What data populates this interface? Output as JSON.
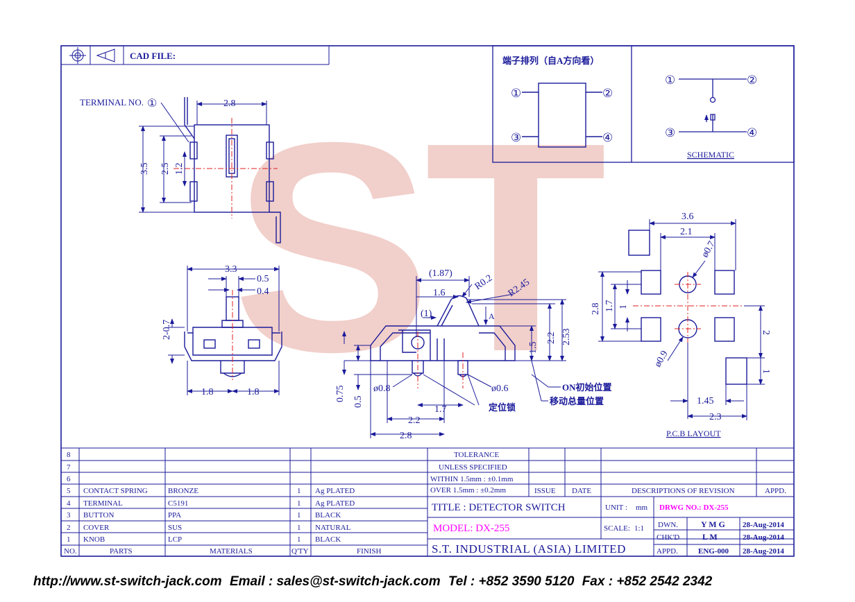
{
  "header": {
    "cad_file_label": "CAD FILE:"
  },
  "watermark": {
    "text": "ST",
    "color": "#e7a8a0"
  },
  "colors": {
    "line": "#1a1a9a",
    "accent": "#ff00ff",
    "center": "#e02020"
  },
  "side_view": {
    "terminal_label": "TERMINAL NO.",
    "terminal_num": "①",
    "dims": {
      "width": "2.8",
      "height": "3.5",
      "inner": "2.5",
      "pitch": "1.2"
    }
  },
  "front_view": {
    "dims": {
      "width": "3.3",
      "a": "0.5",
      "b": "0.4",
      "height": "2-0.7",
      "left": "1.8",
      "right": "1.8"
    }
  },
  "section_view": {
    "dims": {
      "ref": "(1.87)",
      "pos": "1.6",
      "r1": "R0.2",
      "r2": "R2.45",
      "one": "(1)",
      "arrow": "A",
      "h1": "2.2",
      "h2": "2.53",
      "h3": "1.5",
      "d1": "0.75",
      "d2": "0.5",
      "dia1": "ø0.8",
      "dia2": "ø0.6",
      "w1": "1.7",
      "w2": "2.2",
      "w3": "2.8"
    },
    "notes": {
      "on_pos": "ON初始位置",
      "travel": "移动总量位置",
      "lock": "定位锁"
    }
  },
  "pin_layout": {
    "title": "端子排列（自A方向看）",
    "pins": [
      "①",
      "②",
      "③",
      "④"
    ]
  },
  "schematic": {
    "label": "SCHEMATIC",
    "pins": [
      "①",
      "②",
      "③",
      "④"
    ]
  },
  "pcb_layout": {
    "label": "P.C.B LAYOUT",
    "dims": {
      "w1": "3.6",
      "w2": "2.1",
      "dia1": "ø0.7",
      "h1": "2.8",
      "h2": "1.7",
      "c": "1",
      "dia2": "ø0.9",
      "r1": "2",
      "r2": "1",
      "b1": "1.45",
      "b2": "2.3"
    }
  },
  "bom": {
    "blank_rows": [
      "8",
      "7",
      "6"
    ],
    "rows": [
      {
        "no": "5",
        "part": "CONTACT SPRING",
        "material": "BRONZE",
        "qty": "1",
        "finish": "Ag PLATED"
      },
      {
        "no": "4",
        "part": "TERMINAL",
        "material": "C5191",
        "qty": "1",
        "finish": "Ag PLATED"
      },
      {
        "no": "3",
        "part": "BUTTON",
        "material": "PPA",
        "qty": "1",
        "finish": "BLACK"
      },
      {
        "no": "2",
        "part": "COVER",
        "material": "SUS",
        "qty": "1",
        "finish": "NATURAL"
      },
      {
        "no": "1",
        "part": "KNOB",
        "material": "LCP",
        "qty": "1",
        "finish": "BLACK"
      }
    ],
    "headers": {
      "no": "NO.",
      "parts": "PARTS",
      "materials": "MATERIALS",
      "qty": "Q'TY",
      "finish": "FINISH"
    }
  },
  "tolerance": {
    "title": "TOLERANCE",
    "sub": "UNLESS   SPECIFIED",
    "within": "WITHIN  1.5mm : ±0.1mm",
    "over": "OVER    1.5mm : ±0.2mm"
  },
  "revision": {
    "issue": "ISSUE",
    "date": "DATE",
    "desc": "DESCRIPTIONS  OF  REVISION",
    "appd": "APPD."
  },
  "title_block": {
    "title": "TITLE : DETECTOR SWITCH",
    "unit_label": "UNIT :",
    "unit_value": "mm",
    "drwg": "DRWG NO.: DX-255",
    "model": "MODEL: DX-255",
    "scale_label": "SCALE:",
    "scale_value": "1:1",
    "company": "S.T.  INDUSTRIAL  (ASIA)  LIMITED",
    "dwn_label": "DWN.",
    "dwn_name": "Y M G",
    "dwn_date": "28-Aug-2014",
    "chk_label": "CHK'D",
    "chk_name": "L M",
    "chk_date": "28-Aug-2014",
    "appd_label": "APPD.",
    "appd_name": "ENG-000",
    "appd_date": "28-Aug-2014"
  },
  "footer": {
    "url": "http://www.st-switch-jack.com",
    "email": "Email : sales@st-switch-jack.com",
    "tel": "Tel : +852 3590 5120",
    "fax": "Fax : +852 2542 2342"
  }
}
